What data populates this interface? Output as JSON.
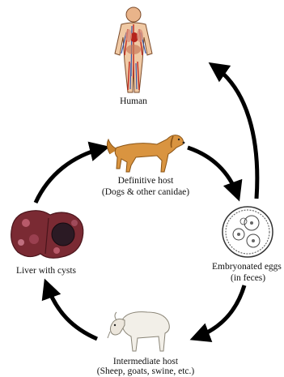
{
  "nodes": {
    "human": {
      "label": "Human",
      "icon": "human-anatomy-icon"
    },
    "definitive_host": {
      "line1": "Definitive host",
      "line2": "(Dogs & other canidae)",
      "icon": "dog-icon"
    },
    "egg": {
      "line1": "Embryonated eggs",
      "line2": "(in feces)",
      "icon": "egg-icon"
    },
    "intermediate_host": {
      "line1": "Intermediate host",
      "line2": "(Sheep, goats, swine, etc.)",
      "icon": "sheep-icon"
    },
    "liver": {
      "label": "Liver with cysts",
      "icon": "liver-cysts-icon"
    }
  },
  "colors": {
    "arrow": "#000000",
    "text": "#111111"
  }
}
